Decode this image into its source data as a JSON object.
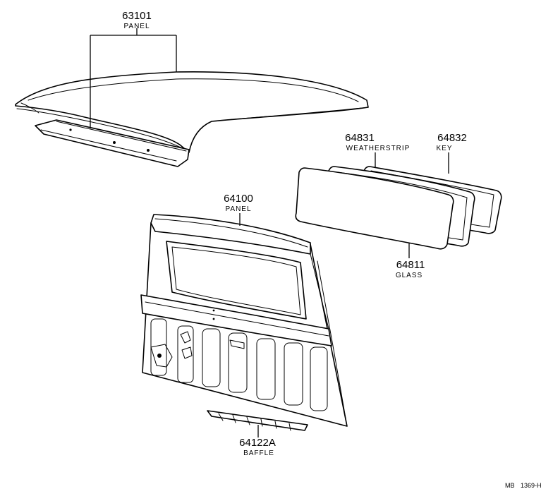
{
  "parts": [
    {
      "number": "63101",
      "name": "PANEL"
    },
    {
      "number": "64831",
      "name": "WEATHERSTRIP"
    },
    {
      "number": "64832",
      "name": "KEY"
    },
    {
      "number": "64100",
      "name": "PANEL"
    },
    {
      "number": "64811",
      "name": "GLASS"
    },
    {
      "number": "64122A",
      "name": "BAFFLE"
    }
  ],
  "footer": {
    "left": "MB",
    "right": "1369-H"
  }
}
